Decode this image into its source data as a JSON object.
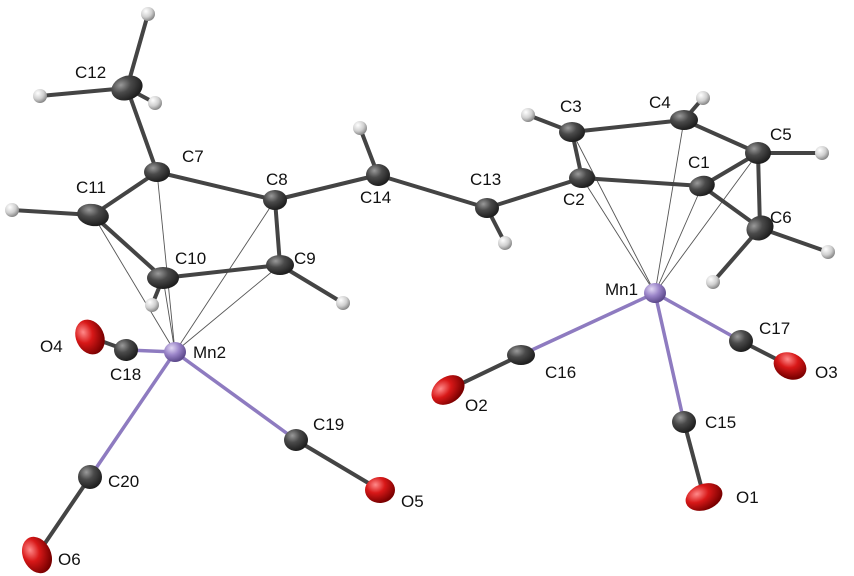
{
  "colors": {
    "background": "#ffffff",
    "carbon": "#3c3c3c",
    "hydrogen": "#cfcfcf",
    "manganese": "#9a84c8",
    "oxygen": "#d81818",
    "bond": "#444444",
    "metal_bond": "#8e7bc0",
    "coordination_line": "#555555",
    "label": "#111111"
  },
  "labels": {
    "C1": "C1",
    "C2": "C2",
    "C3": "C3",
    "C4": "C4",
    "C5": "C5",
    "C6": "C6",
    "C7": "C7",
    "C8": "C8",
    "C9": "C9",
    "C10": "C10",
    "C11": "C11",
    "C12": "C12",
    "C13": "C13",
    "C14": "C14",
    "C15": "C15",
    "C16": "C16",
    "C17": "C17",
    "C18": "C18",
    "C19": "C19",
    "C20": "C20",
    "Mn1": "Mn1",
    "Mn2": "Mn2",
    "O1": "O1",
    "O2": "O2",
    "O3": "O3",
    "O4": "O4",
    "O5": "O5",
    "O6": "O6"
  }
}
